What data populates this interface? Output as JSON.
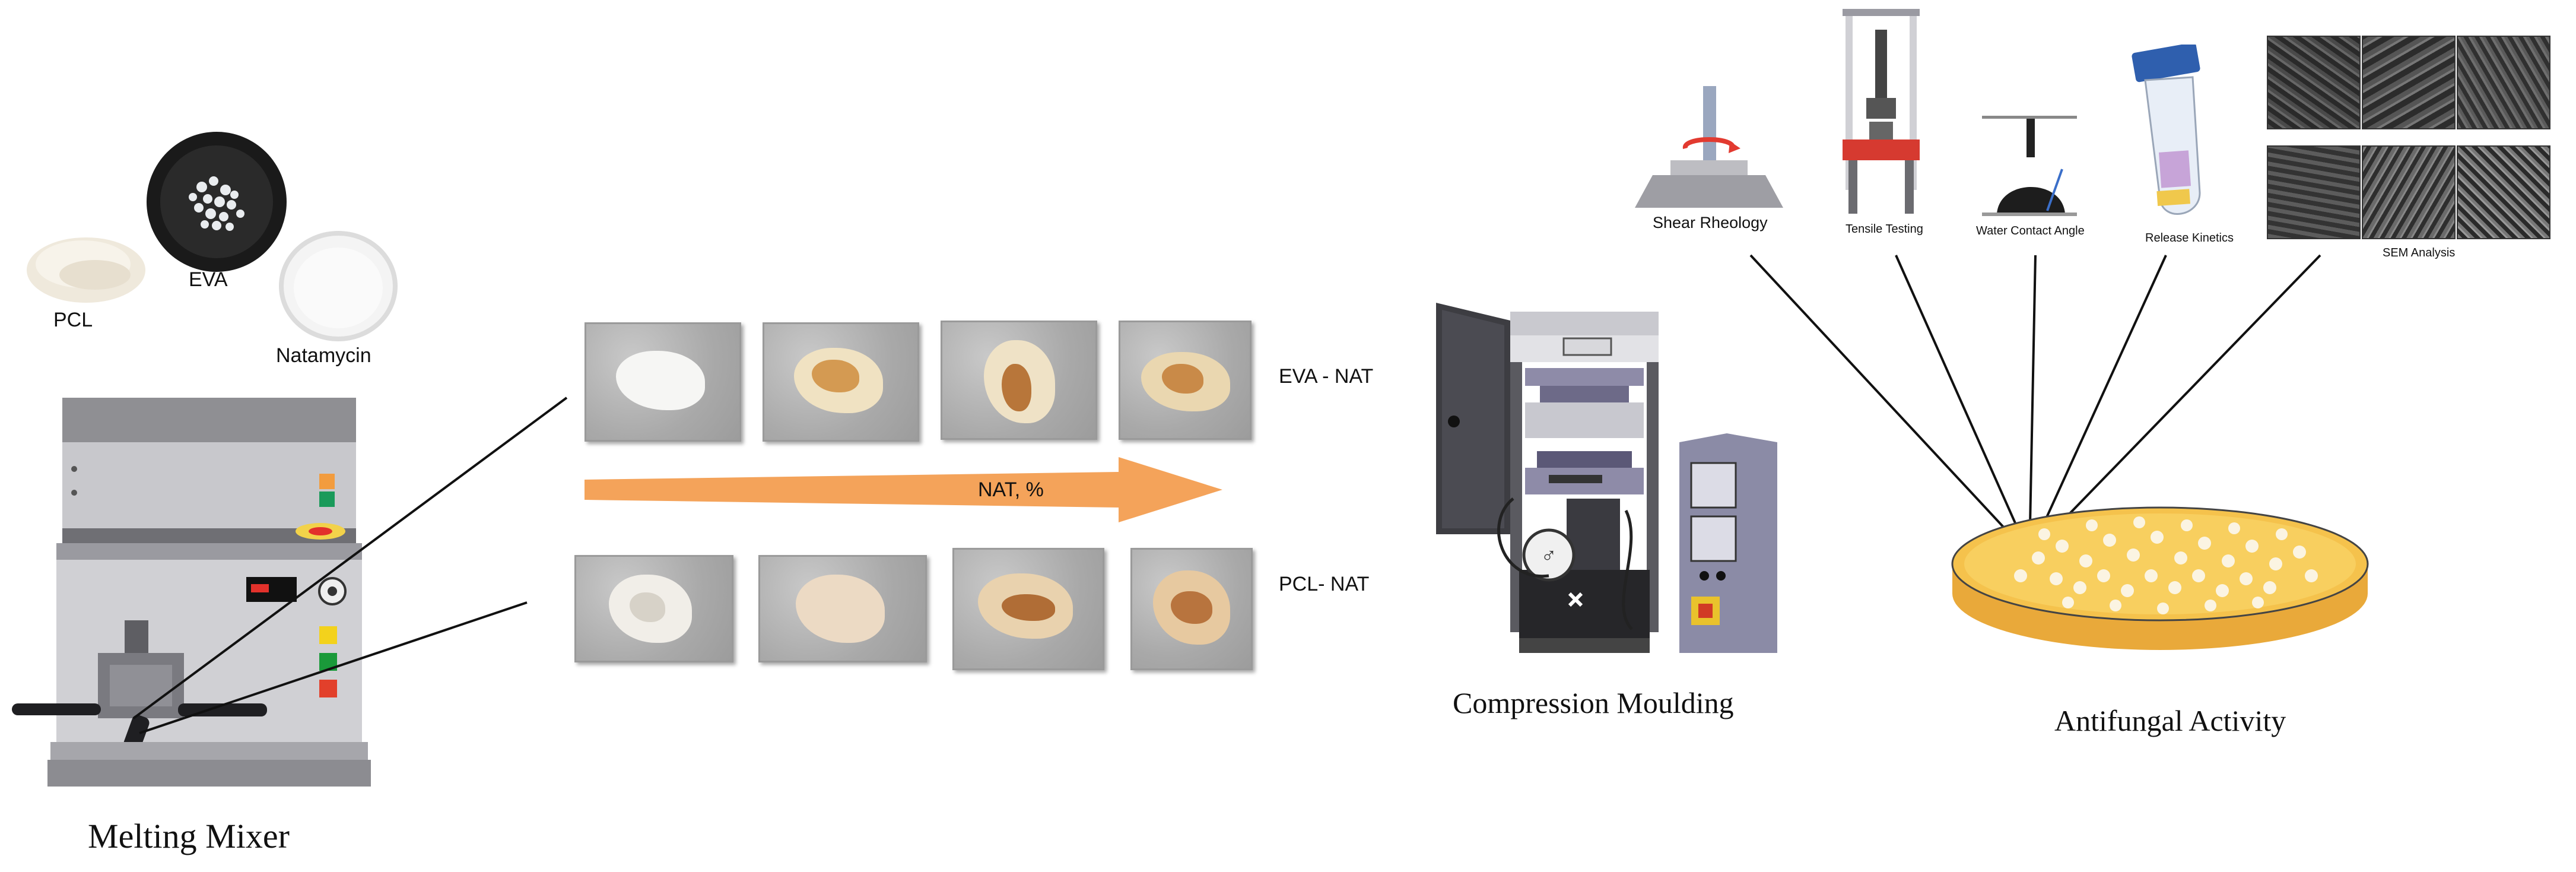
{
  "materials": {
    "pcl": "PCL",
    "eva": "EVA",
    "natamycin": "Natamycin"
  },
  "steps": {
    "melting_mixer": "Melting Mixer",
    "compression_moulding": "Compression Moulding",
    "antifungal_activity": "Antifungal Activity"
  },
  "samples": {
    "eva_row_label": "EVA - NAT",
    "pcl_row_label": "PCL- NAT",
    "arrow_label": "NAT, %"
  },
  "tests": {
    "shear_rheology": "Shear Rheology",
    "tensile_testing": "Tensile Testing",
    "water_contact_angle": "Water Contact Angle",
    "release_kinetics": "Release Kinetics",
    "sem_analysis": "SEM Analysis"
  },
  "colors": {
    "arrow_orange": "#F4A35A",
    "machine_gray": "#C9C9CC",
    "petri_yellow": "#F5C24C",
    "press_purple": "#8E8BA8"
  }
}
